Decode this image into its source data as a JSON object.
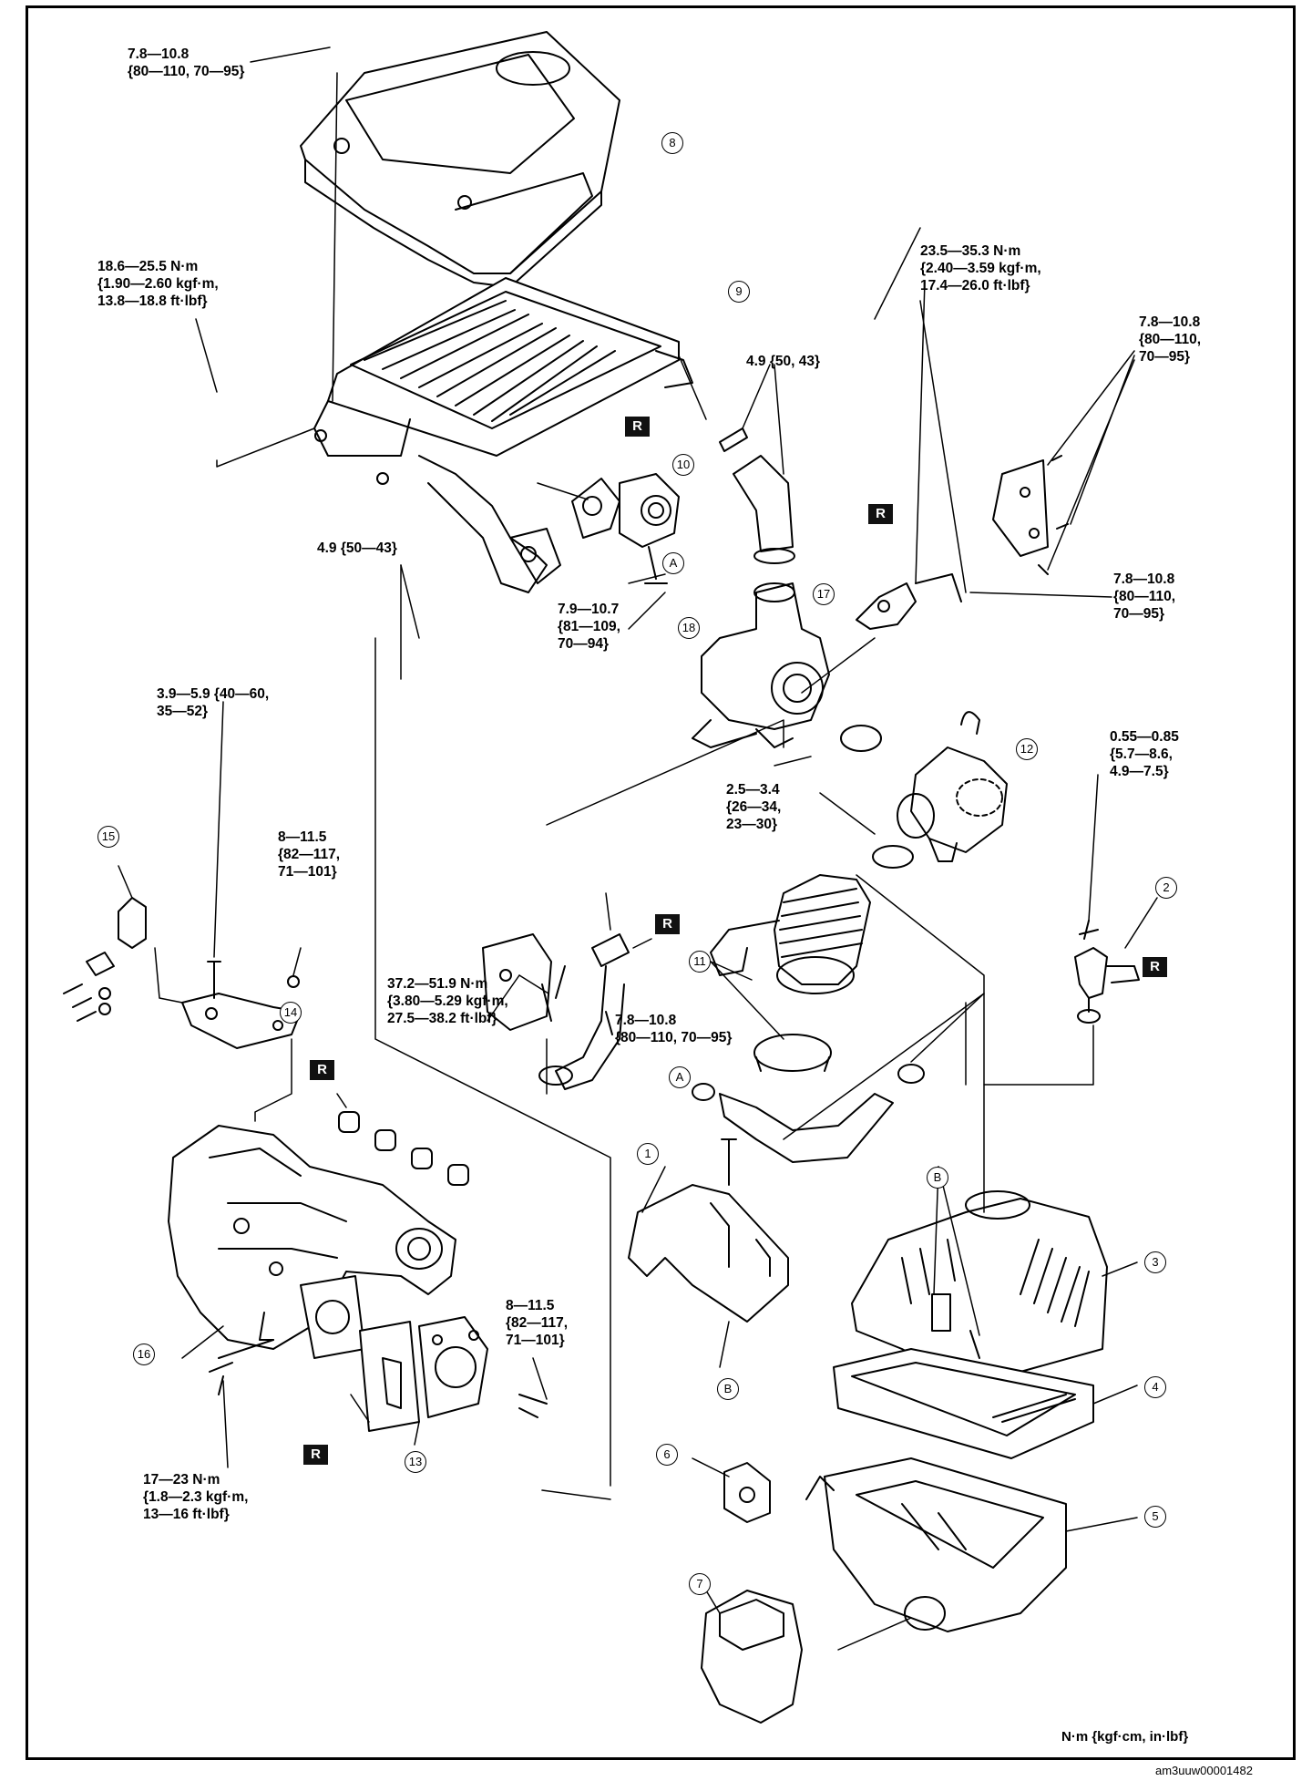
{
  "torque_specs": [
    {
      "id": "t1",
      "text": "7.8—10.8\n{80—110, 70—95}"
    },
    {
      "id": "t2",
      "text": "18.6—25.5 N·m\n{1.90—2.60 kgf·m,\n13.8—18.8 ft·lbf}"
    },
    {
      "id": "t3",
      "text": "23.5—35.3 N·m\n{2.40—3.59 kgf·m,\n17.4—26.0 ft·lbf}"
    },
    {
      "id": "t4",
      "text": "4.9 {50, 43}"
    },
    {
      "id": "t5",
      "text": "7.8—10.8\n{80—110,\n70—95}"
    },
    {
      "id": "t6",
      "text": "4.9 {50—43}"
    },
    {
      "id": "t7",
      "text": "7.9—10.7\n{81—109,\n70—94}"
    },
    {
      "id": "t8",
      "text": "7.8—10.8\n{80—110,\n70—95}"
    },
    {
      "id": "t9",
      "text": "3.9—5.9 {40—60,\n35—52}"
    },
    {
      "id": "t10",
      "text": "0.55—0.85\n{5.7—8.6,\n4.9—7.5}"
    },
    {
      "id": "t11",
      "text": "8—11.5\n{82—117,\n71—101}"
    },
    {
      "id": "t12",
      "text": "2.5—3.4\n{26—34,\n23—30}"
    },
    {
      "id": "t13",
      "text": "37.2—51.9 N·m\n{3.80—5.29 kgf·m,\n27.5—38.2 ft·lbf}"
    },
    {
      "id": "t14",
      "text": "7.8—10.8\n{80—110, 70—95}"
    },
    {
      "id": "t15",
      "text": "8—11.5\n{82—117,\n71—101}"
    },
    {
      "id": "t16",
      "text": "17—23 N·m\n{1.8—2.3 kgf·m,\n13—16 ft·lbf}"
    }
  ],
  "part_numbers": [
    "8",
    "9",
    "10",
    "17",
    "18",
    "12",
    "2",
    "15",
    "14",
    "11",
    "1",
    "3",
    "16",
    "4",
    "6",
    "13",
    "5",
    "7"
  ],
  "ref_letters": {
    "A": "A",
    "B": "B"
  },
  "replace_badge": "R",
  "units_legend": "N·m {kgf·cm, in·lbf}",
  "figure_code": "am3uuw00001482",
  "colors": {
    "ink": "#000000",
    "paper": "#ffffff",
    "badge": "#111111"
  }
}
